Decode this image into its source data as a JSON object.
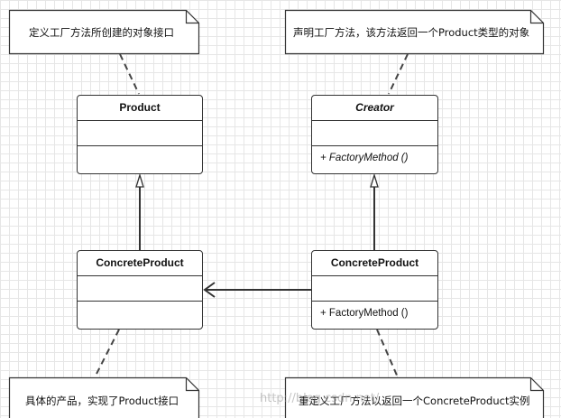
{
  "notes": {
    "product_note": "定义工厂方法所创建的对象接口",
    "creator_note": "声明工厂方法，该方法返回一个Product类型的对象",
    "concrete_product_note": "具体的产品，实现了Product接口",
    "concrete_creator_note": "重定义工厂方法以返回一个ConcreteProduct实例"
  },
  "classes": {
    "product": {
      "name": "Product",
      "operation": ""
    },
    "creator": {
      "name": "Creator",
      "operation": "+ FactoryMethod ()"
    },
    "concrete_product": {
      "name": "ConcreteProduct",
      "operation": ""
    },
    "concrete_creator": {
      "name": "ConcreteProduct",
      "operation": "+ FactoryMethod ()"
    }
  },
  "watermark": "http://blog.csdn.net/"
}
